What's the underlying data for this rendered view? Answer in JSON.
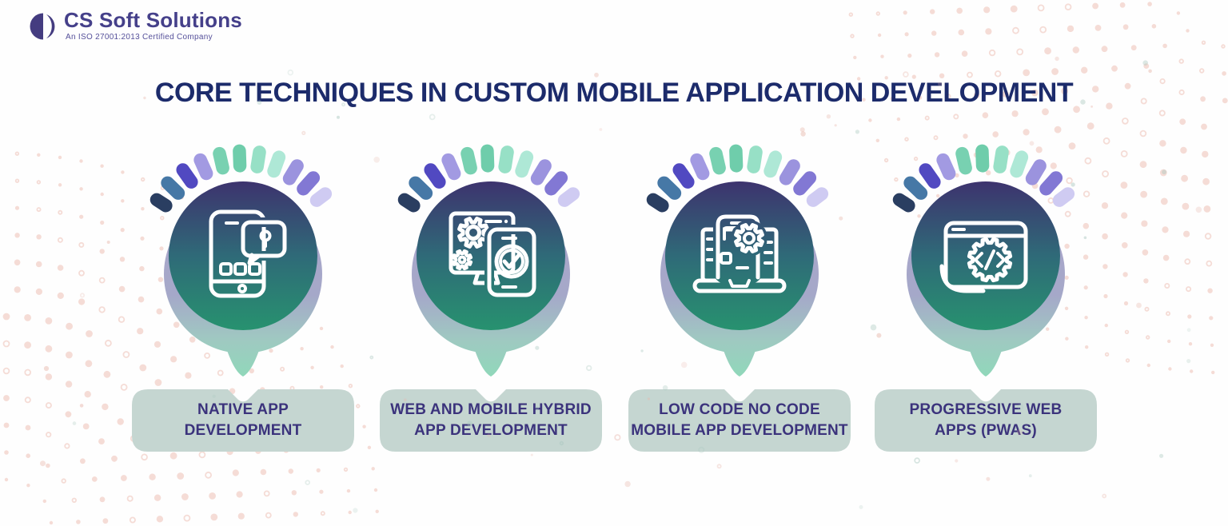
{
  "logo": {
    "company": "CS Soft Solutions",
    "tagline": "An ISO 27001:2013 Certified Company",
    "color": "#45408a"
  },
  "title": {
    "text": "CORE TECHNIQUES IN CUSTOM MOBILE APPLICATION DEVELOPMENT",
    "color": "#1c2b6b"
  },
  "cards": [
    {
      "title_line1": "NATIVE APP",
      "title_line2": "DEVELOPMENT",
      "icon": "smartphone-chat-location-icon"
    },
    {
      "title_line1": "WEB AND MOBILE HYBRID",
      "title_line2": "APP DEVELOPMENT",
      "icon": "desktop-gears-phone-check-icon"
    },
    {
      "title_line1": "LOW CODE NO CODE",
      "title_line2": "MOBILE APP DEVELOPMENT",
      "icon": "laptop-phone-gear-icon"
    },
    {
      "title_line1": "PROGRESSIVE WEB",
      "title_line2": "APPS (PWAS)",
      "icon": "browser-code-badge-icon"
    }
  ],
  "dash_colors": [
    "#2a3e61",
    "#4678a6",
    "#5149c1",
    "#a29ae2",
    "#78d1b1",
    "#6fcdab",
    "#97e0c6",
    "#aee8d6",
    "#9b93de",
    "#8278d4",
    "#cfcbf2"
  ],
  "palette": {
    "circle_gradient_top": "#3d336e",
    "circle_gradient_mid": "#2f6a78",
    "circle_gradient_bottom": "#27926f",
    "pin_shadow_top": "#aba4ca",
    "pin_shadow_bottom": "#90d8ba",
    "label_bg": "#c5d6d1",
    "label_text": "#3b337c",
    "icon_stroke": "#ffffff",
    "bg_dot_pink": "#edbfb5",
    "bg_dot_sage": "#a9c8bf"
  }
}
